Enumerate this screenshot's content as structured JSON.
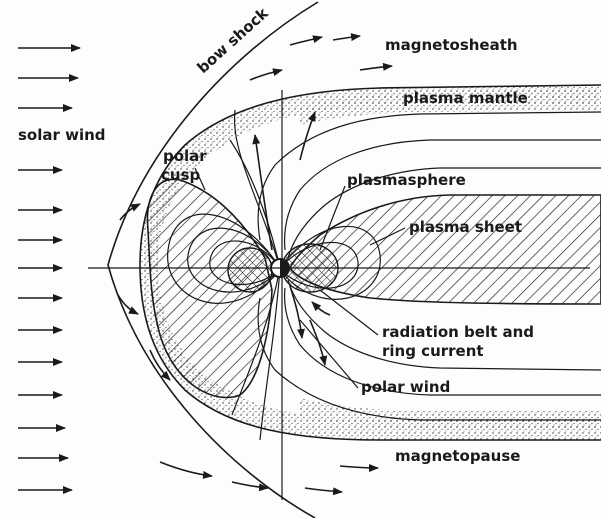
{
  "labels": {
    "bow_shock": "bow shock",
    "magnetosheath": "magnetosheath",
    "plasma_mantle": "plasma mantle",
    "solar_wind": "solar wind",
    "polar_cusp_line1": "polar",
    "polar_cusp_line2": "cusp",
    "plasmasphere": "plasmasphere",
    "plasma_sheet": "plasma sheet",
    "radiation_belt_line1": "radiation belt and",
    "radiation_belt_line2": "ring current",
    "polar_wind": "polar wind",
    "magnetopause": "magnetopause"
  },
  "colors": {
    "ink": "#1a1a1a",
    "background": "#fdfdfd"
  }
}
